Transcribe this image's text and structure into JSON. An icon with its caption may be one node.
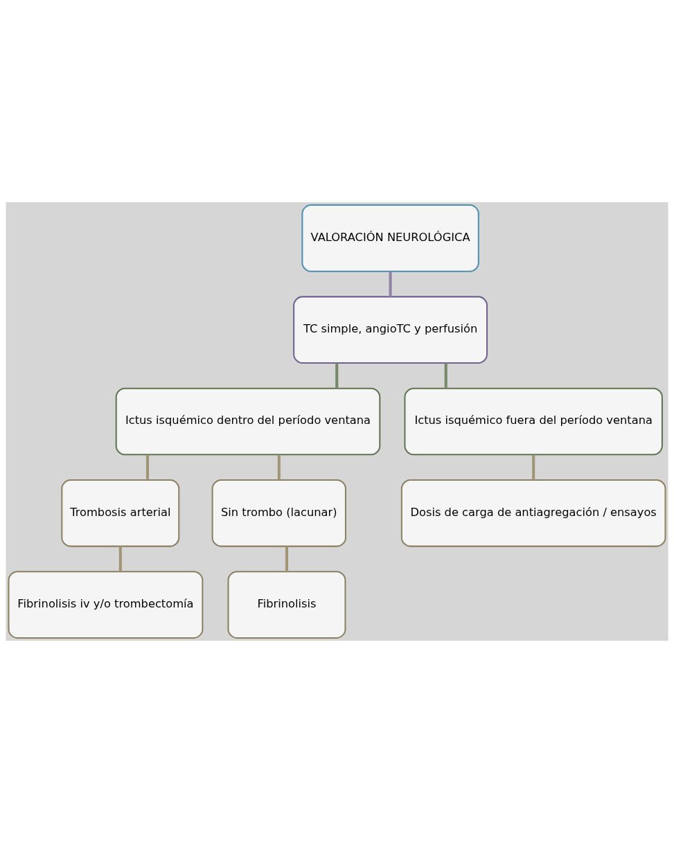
{
  "diagram": {
    "nodes": [
      {
        "text": [
          "VALORACIÓN NEUROLÓGICA"
        ]
      },
      {
        "text": [
          "TC simple, angioTC y perfusión"
        ]
      },
      {
        "text": [
          "Ictus isquémico dentro del período ventana"
        ]
      },
      {
        "text": [
          "Ictus isquémico fuera del período ventana"
        ]
      },
      {
        "text": [
          "Trombosis arterial"
        ]
      },
      {
        "text": [
          "Sin trombo (lacunar)"
        ]
      },
      {
        "text": [
          "Dosis de carga de antiagregación / ensayos"
        ]
      },
      {
        "text": [
          "Fibrinolisis iv y/o trombectomía"
        ]
      },
      {
        "text": [
          "Fibrinolisis"
        ]
      }
    ],
    "edges": [
      {
        "from": 0,
        "to": 1,
        "arrow": "none",
        "color": "#9183a8"
      },
      {
        "from": 1,
        "to": 2,
        "arrow": "none",
        "color": "#76886a"
      },
      {
        "from": 1,
        "to": 3,
        "arrow": "none",
        "color": "#76886a"
      },
      {
        "from": 2,
        "to": 4,
        "arrow": "none"
      },
      {
        "from": 2,
        "to": 5,
        "arrow": "none"
      },
      {
        "from": 3,
        "to": 6,
        "arrow": "none"
      },
      {
        "from": 4,
        "to": 7,
        "arrow": "none"
      },
      {
        "from": 5,
        "to": 8,
        "arrow": "none"
      }
    ]
  }
}
